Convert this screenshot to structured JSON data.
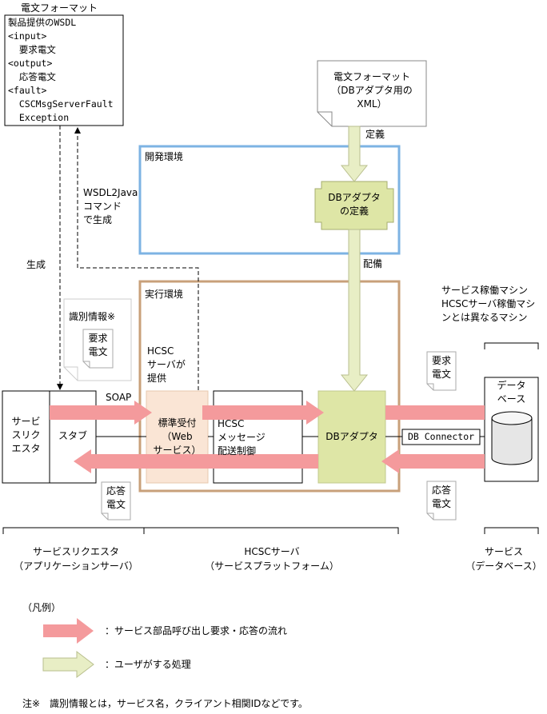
{
  "wsdl_box": {
    "heading": "電文フォーマット",
    "lines": [
      "製品提供のWSDL",
      "<input>",
      "  要求電文",
      "<output>",
      "  応答電文",
      "<fault>",
      "  CSCMsgServerFault",
      "  Exception"
    ]
  },
  "xml_doc": {
    "lines": [
      "電文フォーマット",
      "（DBアダプタ用の",
      "XML）"
    ]
  },
  "labels": {
    "define": "定義",
    "deploy": "配備",
    "generate": "生成",
    "wsdl2java": [
      "WSDL2Java",
      "コマンド",
      "で生成"
    ],
    "soap": "SOAP",
    "hcsc_provided": [
      "HCSC",
      "サーバが",
      "提供"
    ]
  },
  "dev_env": {
    "title": "開発環境"
  },
  "run_env": {
    "title": "実行環境"
  },
  "db_adapter_def": [
    "DBアダプタ",
    "の定義"
  ],
  "id_info": {
    "title": "識別情報※",
    "doc": [
      "要求",
      "電文"
    ]
  },
  "requester": [
    "サービ",
    "スリク",
    "エスタ"
  ],
  "stub": "スタブ",
  "standard_reception": [
    "標準受付",
    "（Web",
    "サービス）"
  ],
  "hcsc_message": [
    "HCSC",
    "メッセージ",
    "配送制御"
  ],
  "db_adapter": "DBアダプタ",
  "db_connector": "DB Connector",
  "database": [
    "データ",
    "ベース"
  ],
  "machine_note": [
    "サービス稼働マシン",
    "HCSCサーバ稼働マシ",
    "ンとは異なるマシン"
  ],
  "request_msg": [
    "要求",
    "電文"
  ],
  "response_msg": [
    "応答",
    "電文"
  ],
  "groups": {
    "requester": [
      "サービスリクエスタ",
      "（アプリケーションサーバ）"
    ],
    "hcsc": [
      "HCSCサーバ",
      "（サービスプラットフォーム）"
    ],
    "service": [
      "サービス",
      "（データベース）"
    ]
  },
  "legend": {
    "title": "（凡例）",
    "flow": "：サービス部品呼び出し要求・応答の流れ",
    "user": "：ユーザがする処理"
  },
  "note": "注※　識別情報とは，サービス名，クライアント相関IDなどです。",
  "colors": {
    "flow_arrow": "#f49a9c",
    "user_arrow": "#e8eec5",
    "dev_border": "#7db3e3",
    "run_border": "#c8a07a",
    "adapter_fill": "#dee6a6",
    "reception_fill": "#fae5d5"
  }
}
